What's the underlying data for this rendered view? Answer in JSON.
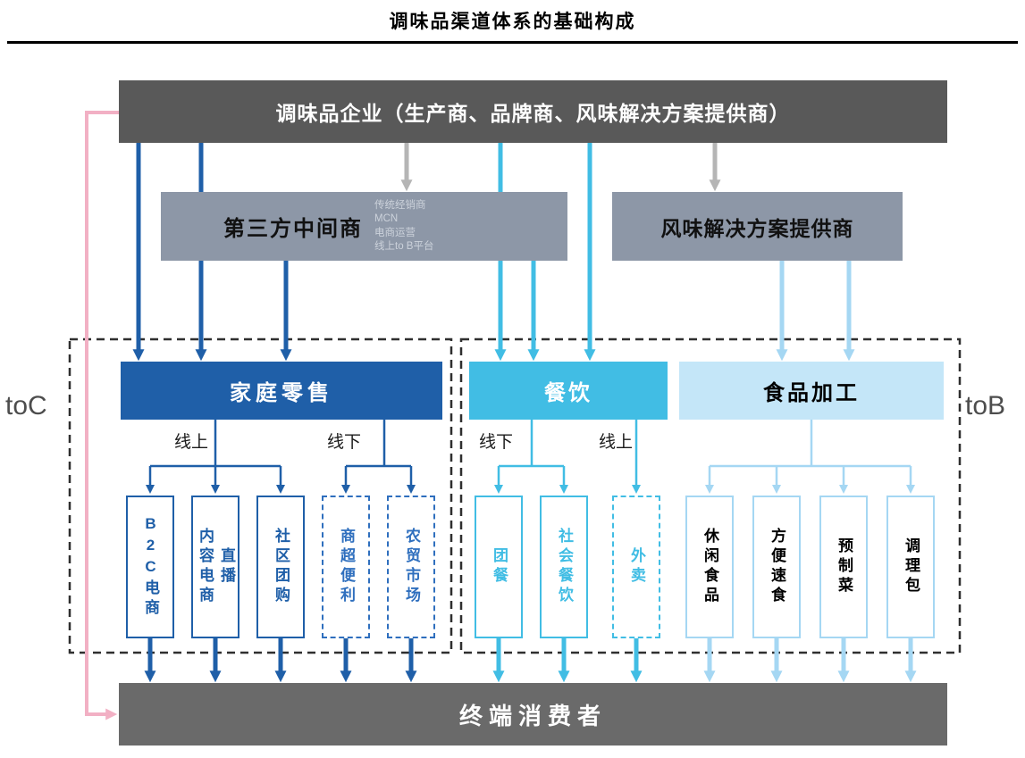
{
  "title": "调味品渠道体系的基础构成",
  "nodes": {
    "enterprise": "调味品企业（生产商、品牌商、风味解决方案提供商）",
    "middleman": {
      "label": "第三方中间商",
      "sublines": [
        "传统经销商",
        "MCN",
        "电商运营",
        "线上to B平台"
      ]
    },
    "flavor_provider": "风味解决方案提供商",
    "home_retail": "家庭零售",
    "catering": "餐饮",
    "food_processing": "食品加工",
    "end_consumer": "终端消费者"
  },
  "group_labels": {
    "toc": "toC",
    "tob": "toB"
  },
  "branch_labels": {
    "home_online": "线上",
    "home_offline": "线下",
    "catering_offline": "线下",
    "catering_online": "线上"
  },
  "leaves": {
    "home_online": [
      "B2C电商",
      "直播\n内容电商",
      "社区团购"
    ],
    "home_offline": [
      "商超便利",
      "农贸市场"
    ],
    "catering_offline": [
      "团餐",
      "社会餐饮"
    ],
    "catering_online": [
      "外卖"
    ],
    "food_processing": [
      "休闲食品",
      "方便速食",
      "预制菜",
      "调理包"
    ]
  },
  "colors": {
    "dark_gray_box": "#595959",
    "bottom_gray_box": "#6a6a6a",
    "mid_gray_box": "#8d97a7",
    "home_retail_blue": "#1f5fa8",
    "catering_cyan": "#41bde4",
    "food_light_blue": "#c4e6f8",
    "arrow_light_blue": "#a5d7f3",
    "arrow_gray": "#b5b5b5",
    "arrow_pink": "#f2b0c4",
    "dashed_group_border": "#2f2f2f"
  }
}
